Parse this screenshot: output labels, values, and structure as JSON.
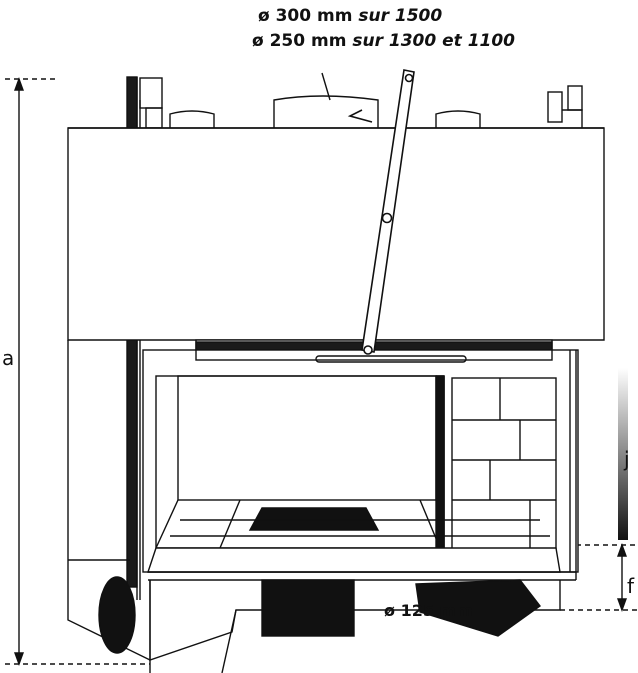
{
  "flue": {
    "line1_diameter": "ø 300 mm",
    "line1_note": "sur 1500",
    "line2_diameter": "ø 250 mm",
    "line2_note": "sur 1300 et 1100"
  },
  "dimensions": {
    "a": "a",
    "j": "j",
    "f": "f"
  },
  "air_duct": "ø 125 mm",
  "colors": {
    "line": "#111111",
    "dark_band": "#1a1a1a",
    "paper": "#ffffff"
  }
}
